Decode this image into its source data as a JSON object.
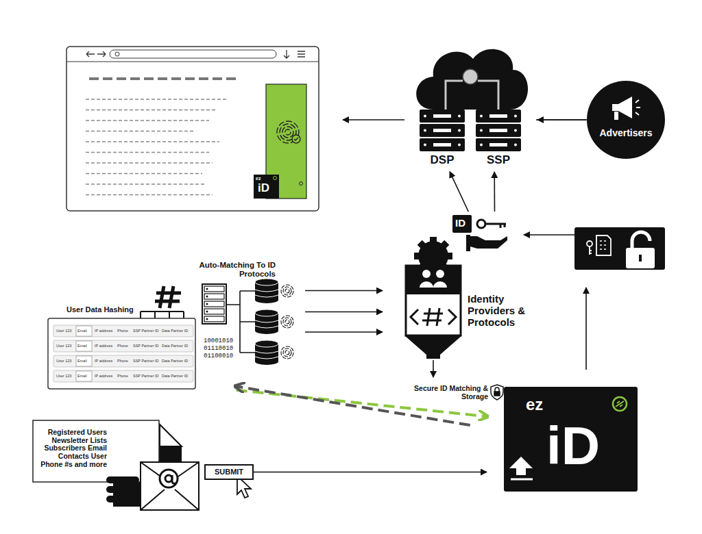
{
  "diagram": {
    "nodes": [
      {
        "text": [
          "ez",
          "iD"
        ]
      },
      {
        "text": [
          "DSP"
        ]
      },
      {
        "text": [
          "SSP"
        ]
      },
      {
        "text": [
          "Advertisers"
        ]
      },
      {
        "text": [
          "ID"
        ]
      },
      {
        "text": [
          "Auto-Matching To ID Protocols"
        ]
      },
      {
        "text": [
          "Identity Providers & Protocols"
        ]
      },
      {
        "text": [
          "User Data Hashing"
        ]
      },
      {
        "text": [
          "ez",
          "iD"
        ]
      },
      {
        "text": [
          "Registered Users Newsletter Lists Subscribers Email Contacts User Phone #s and more"
        ]
      },
      {
        "text": [
          "SUBMIT"
        ]
      }
    ],
    "edges": [
      {
        "from": 3,
        "to": 2,
        "arrow": "to"
      },
      {
        "from": 4,
        "to": 1,
        "arrow": "to"
      },
      {
        "from": 4,
        "to": 2,
        "arrow": "to"
      },
      {
        "from": 5,
        "to": 6,
        "arrow": "to"
      },
      {
        "from": 5,
        "to": 6,
        "arrow": "to"
      },
      {
        "from": 5,
        "to": 6,
        "arrow": "to"
      },
      {
        "from": 7,
        "to": 8,
        "arrow": "to"
      },
      {
        "from": 8,
        "to": 7,
        "arrow": "to"
      },
      {
        "from": 10,
        "to": 8,
        "arrow": "to"
      }
    ],
    "labels": [
      "User 123",
      "Email",
      "IP address",
      "Phone",
      "SSP Partner ID",
      "Data Partner ID",
      "User 123",
      "Email",
      "IP address",
      "Phone",
      "SSP Partner ID",
      "Data Partner ID",
      "User 123",
      "Email",
      "IP address",
      "Phone",
      "SSP Partner ID",
      "Data Partner ID",
      "User 123",
      "Email",
      "IP address",
      "Phone",
      "SSP Partner ID",
      "Data Partner ID",
      "10001010",
      "01110010",
      "01100010",
      "Secure ID Matching & Storage"
    ]
  }
}
